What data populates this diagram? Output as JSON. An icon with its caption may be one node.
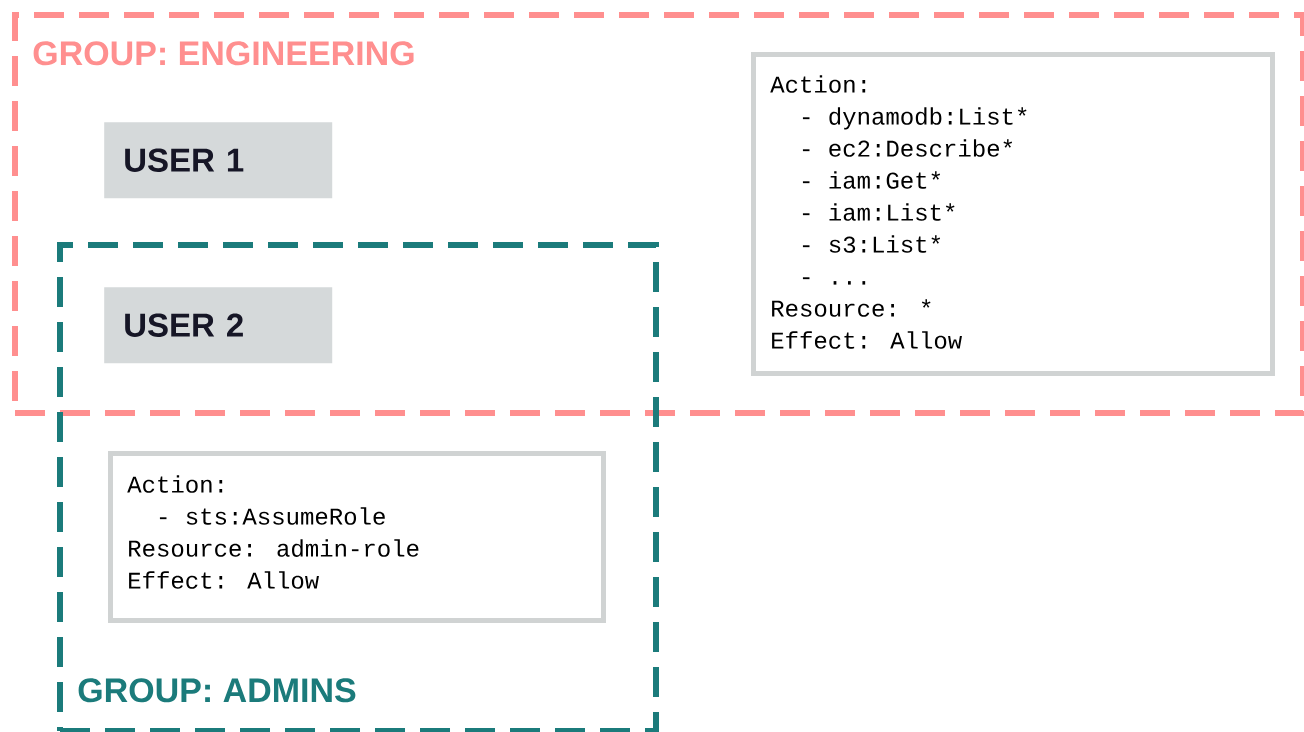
{
  "diagram": {
    "nodes": [
      {
        "text": [
          "GROUP: ENGINEERING"
        ]
      },
      {
        "text": [
          "USER 1"
        ],
        "in": 0
      },
      {
        "text": [
          "GROUP: ADMINS"
        ]
      },
      {
        "text": [
          "USER 2"
        ]
      },
      {
        "text": [
          "Action:",
          "- dynamodb:List*",
          "- ec2:Describe*",
          "- iam:Get*",
          "- iam:List*",
          "- s3:List*",
          "- ...",
          "Resource: *",
          "Effect: Allow"
        ],
        "in": 0
      },
      {
        "text": [
          "Action:",
          "- sts:AssumeRole",
          "Resource: admin-role",
          "Effect: Allow"
        ],
        "in": 2
      }
    ]
  }
}
